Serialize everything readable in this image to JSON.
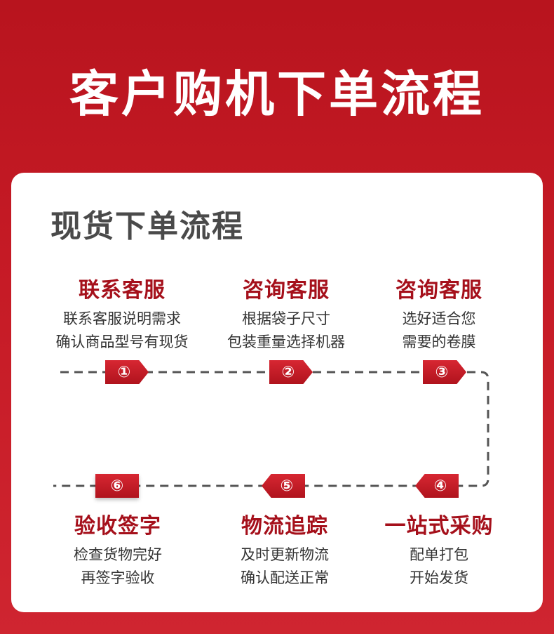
{
  "header": {
    "title": "客户购机下单流程"
  },
  "card": {
    "title": "现货下单流程"
  },
  "steps": [
    {
      "number": "①",
      "title": "联系客服",
      "line1": "联系客服说明需求",
      "line2": "确认商品型号有现货"
    },
    {
      "number": "②",
      "title": "咨询客服",
      "line1": "根据袋子尺寸",
      "line2": "包装重量选择机器"
    },
    {
      "number": "③",
      "title": "咨询客服",
      "line1": "选好适合您",
      "line2": "需要的卷膜"
    },
    {
      "number": "④",
      "title": "一站式采购",
      "line1": "配单打包",
      "line2": "开始发货"
    },
    {
      "number": "⑤",
      "title": "物流追踪",
      "line1": "及时更新物流",
      "line2": "确认配送正常"
    },
    {
      "number": "⑥",
      "title": "验收签字",
      "line1": "检查货物完好",
      "line2": "再签字验收"
    }
  ],
  "colors": {
    "accent": "#a5101b",
    "background": "#c51a25",
    "dash": "#555555"
  }
}
